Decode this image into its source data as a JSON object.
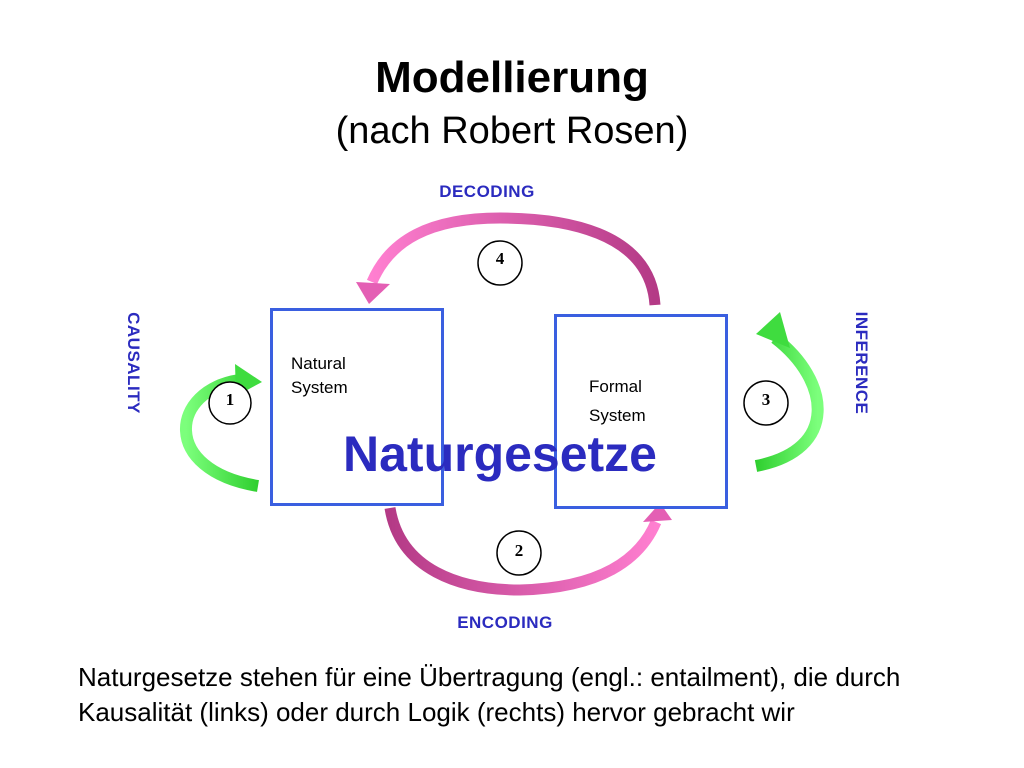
{
  "title": "Modellierung",
  "subtitle": "(nach Robert Rosen)",
  "labels": {
    "decoding": "DECODING",
    "encoding": "ENCODING",
    "causality": "CAUSALITY",
    "inference": "INFERENCE"
  },
  "boxes": {
    "natural": "Natural System",
    "natural_line1": "Natural",
    "natural_line2": "System",
    "formal_line1": "Formal",
    "formal_line2": "System"
  },
  "center_label": "Naturgesetze",
  "numbers": {
    "one": "1",
    "two": "2",
    "three": "3",
    "four": "4"
  },
  "caption": "Naturgesetze stehen für eine Übertragung (engl.: entailment), die durch Kausalität (links) oder durch Logik (rechts) hervor gebracht wir",
  "colors": {
    "label_blue": "#2b2bbf",
    "box_blue": "#3a5fe0",
    "pink_arrow": "#e45fb4",
    "green_arrow": "#4fe04f"
  }
}
